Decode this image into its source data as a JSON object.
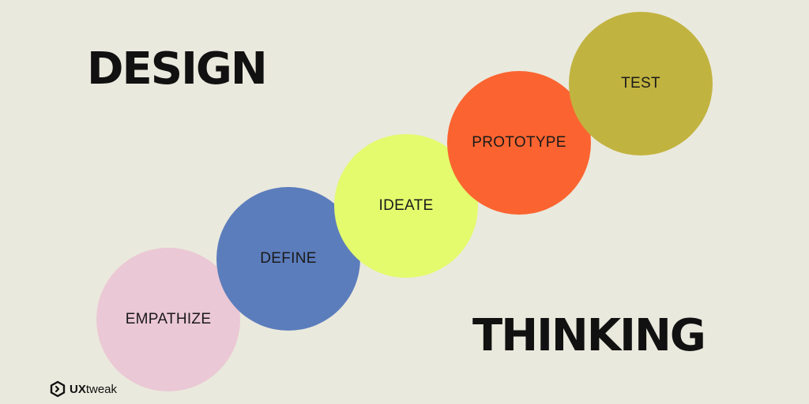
{
  "title": {
    "line1": "DESIGN",
    "line2": "THINKING"
  },
  "stages": [
    {
      "label": "EMPATHIZE",
      "color": "#EBC8D5"
    },
    {
      "label": "DEFINE",
      "color": "#5C7DBC"
    },
    {
      "label": "IDEATE",
      "color": "#E3FB6D"
    },
    {
      "label": "PROTOTYPE",
      "color": "#FB6430"
    },
    {
      "label": "TEST",
      "color": "#C1B33F"
    }
  ],
  "logo": {
    "ux": "UX",
    "rest": "tweak",
    "icon": "hexagon-logo-icon"
  }
}
